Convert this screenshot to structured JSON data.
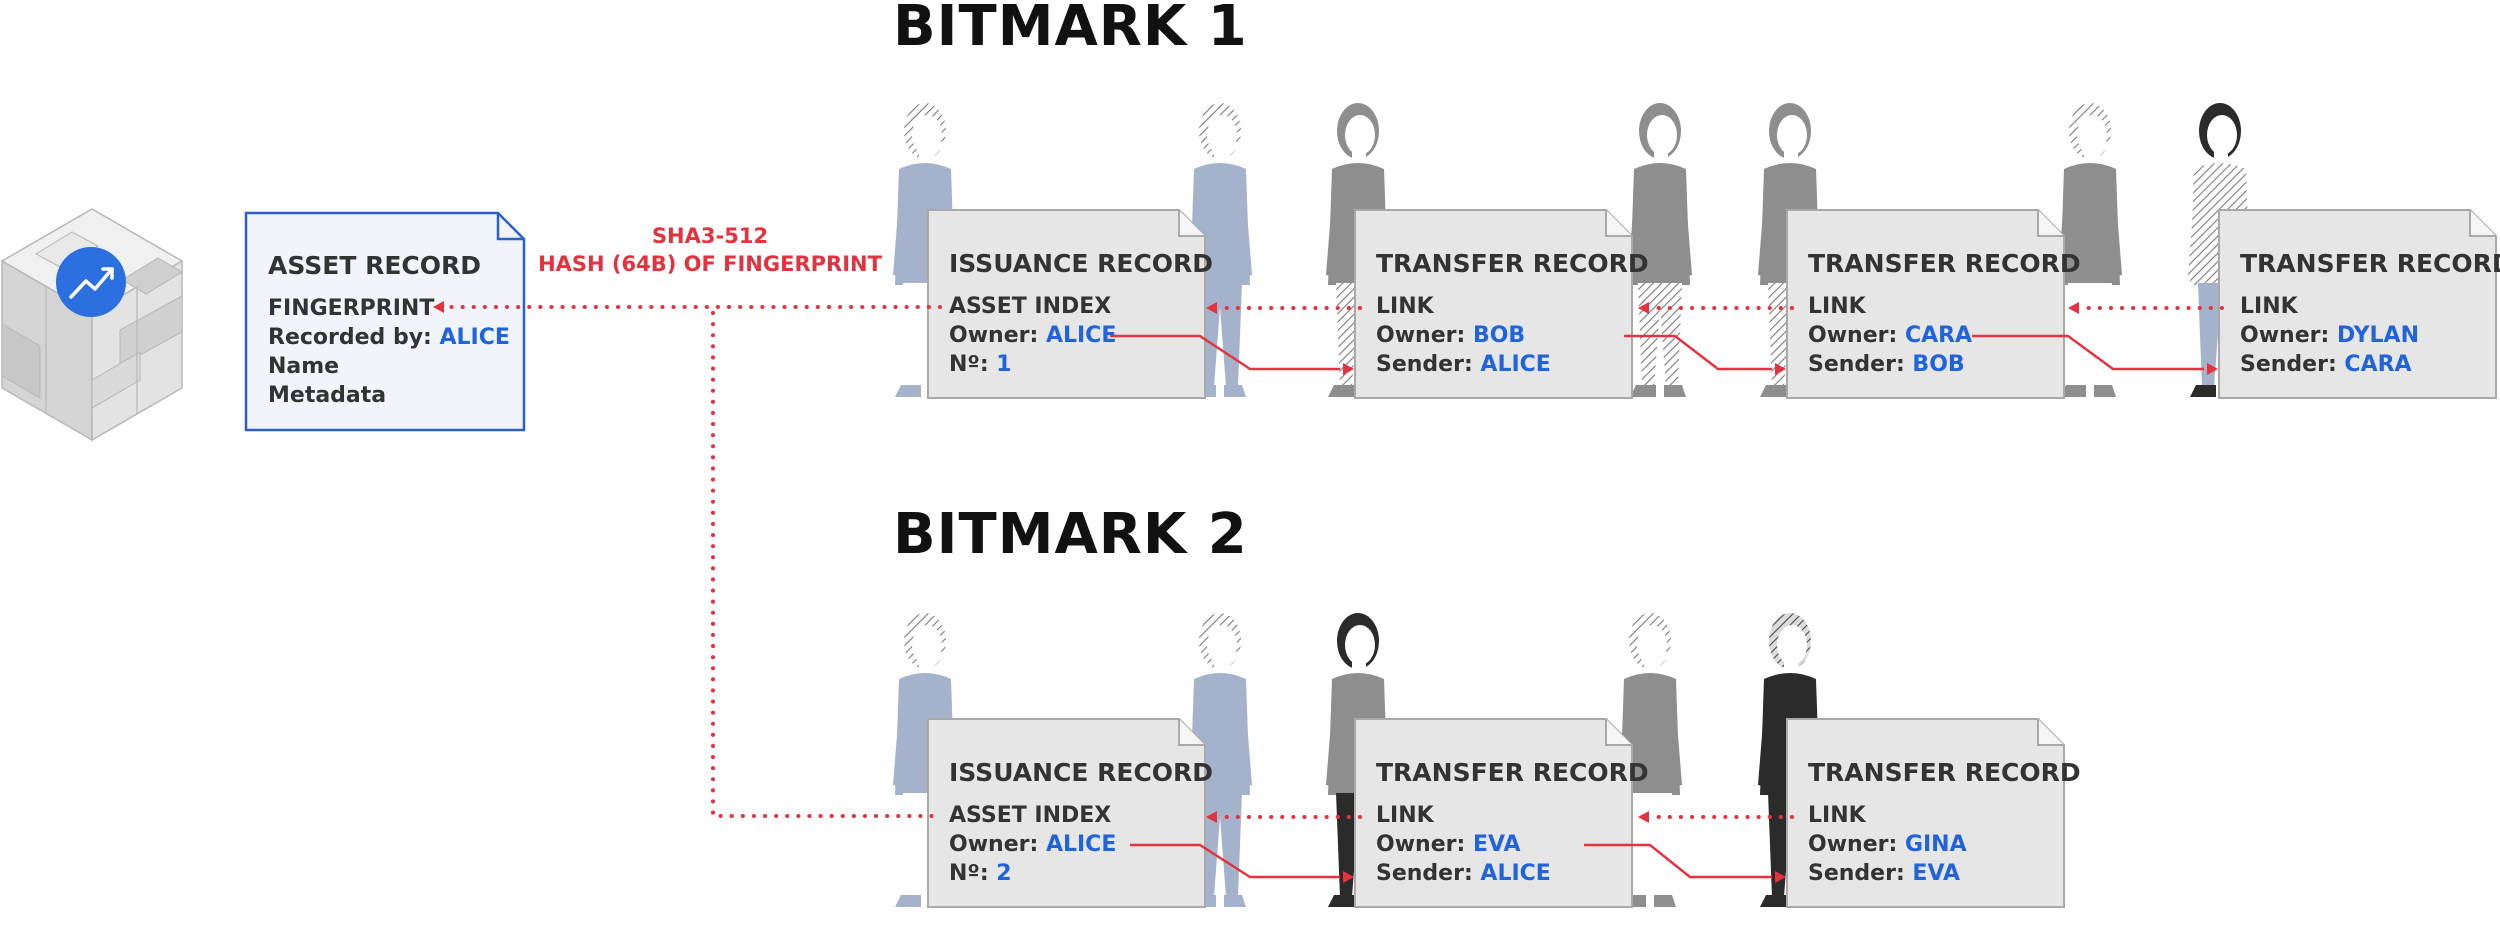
{
  "colors": {
    "accent_red": "#e4333f",
    "accent_blue": "#2164d9",
    "card_fill": "#e6e6e6",
    "asset_fill": "#f1f5fb",
    "asset_border": "#2c5fc7",
    "person_blue": "#a4b3cb",
    "person_gray": "#8e8e8e",
    "person_dark": "#2b2b2b"
  },
  "logo": {
    "icon": "trend-chart-icon"
  },
  "asset_record": {
    "title": "ASSET RECORD",
    "fingerprint_label": "FINGERPRINT",
    "recorded_by_label": "Recorded by:",
    "recorded_by_value": "ALICE",
    "name_label": "Name",
    "metadata_label": "Metadata"
  },
  "hash_label": {
    "line1": "SHA3-512",
    "line2": "HASH (64B) OF FINGERPRINT"
  },
  "bitmark1": {
    "title": "BITMARK 1",
    "issuance": {
      "title": "ISSUANCE RECORD",
      "index_label": "ASSET INDEX",
      "owner_label": "Owner:",
      "owner": "ALICE",
      "number_label": "Nº:",
      "number": "1"
    },
    "transfers": [
      {
        "title": "TRANSFER RECORD",
        "link_label": "LINK",
        "owner_label": "Owner:",
        "owner": "BOB",
        "sender_label": "Sender:",
        "sender": "ALICE"
      },
      {
        "title": "TRANSFER RECORD",
        "link_label": "LINK",
        "owner_label": "Owner:",
        "owner": "CARA",
        "sender_label": "Sender:",
        "sender": "BOB"
      },
      {
        "title": "TRANSFER RECORD",
        "link_label": "LINK",
        "owner_label": "Owner:",
        "owner": "DYLAN",
        "sender_label": "Sender:",
        "sender": "CARA"
      }
    ]
  },
  "bitmark2": {
    "title": "BITMARK 2",
    "issuance": {
      "title": "ISSUANCE RECORD",
      "index_label": "ASSET INDEX",
      "owner_label": "Owner:",
      "owner": "ALICE",
      "number_label": "Nº:",
      "number": "2"
    },
    "transfers": [
      {
        "title": "TRANSFER RECORD",
        "link_label": "LINK",
        "owner_label": "Owner:",
        "owner": "EVA",
        "sender_label": "Sender:",
        "sender": "ALICE"
      },
      {
        "title": "TRANSFER RECORD",
        "link_label": "LINK",
        "owner_label": "Owner:",
        "owner": "GINA",
        "sender_label": "Sender:",
        "sender": "EVA"
      }
    ]
  }
}
